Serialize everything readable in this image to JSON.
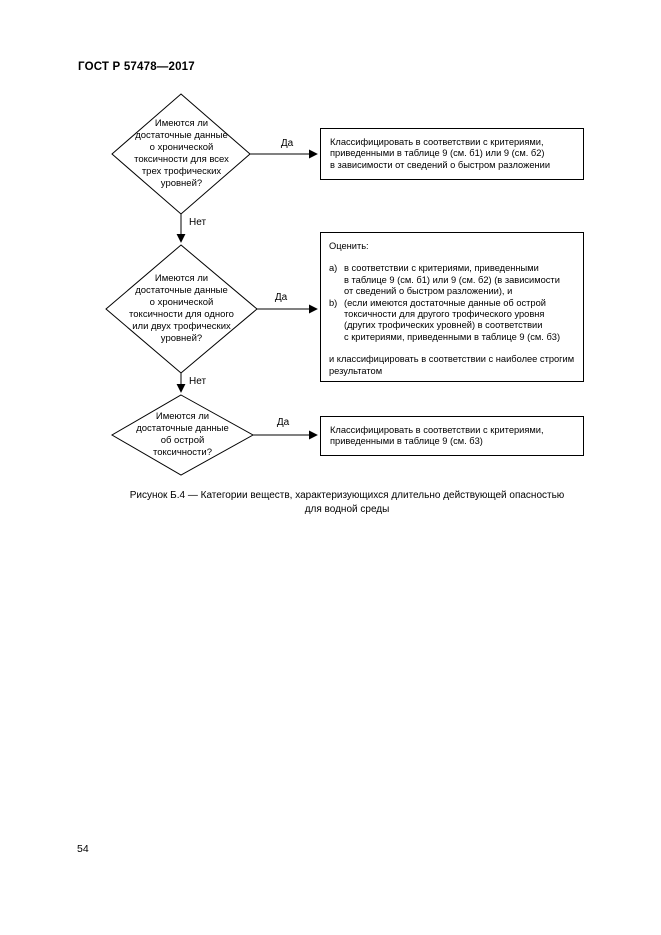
{
  "page": {
    "header": "ГОСТ Р 57478—2017",
    "page_number": "54",
    "caption_line1": "Рисунок Б.4 — Категории веществ, характеризующихся длительно действующей опасностью",
    "caption_line2": "для водной среды"
  },
  "flowchart": {
    "labels": {
      "yes": "Да",
      "no": "Нет"
    },
    "decisions": [
      {
        "text": "Имеются ли\nдостаточные данные\nо хронической\nтоксичности для всех\nтрех трофических\nуровней?"
      },
      {
        "text": "Имеются ли\nдостаточные данные\nо хронической\nтоксичности для одного\nили двух трофических\nуровней?"
      },
      {
        "text": "Имеются ли\nдостаточные данные\nоб острой\nтоксичности?"
      }
    ],
    "boxes": {
      "box1": {
        "text": "Классифицировать в соответствии с критериями,\nприведенными в таблице 9 (см. б1) или 9 (см. б2)\nв зависимости от сведений о быстром разложении"
      },
      "box2": {
        "title": "Оценить:",
        "items": [
          {
            "marker": "a)",
            "text": "в соответствии с критериями, приведенными\nв таблице 9 (см. б1) или 9 (см. б2) (в зависимости\nот сведений о быстром разложении), и"
          },
          {
            "marker": "b)",
            "text": "(если имеются достаточные данные об острой\nтоксичности для другого трофического уровня\n(других трофических уровней) в соответствии\nс критериями, приведенными в таблице 9 (см. б3)"
          }
        ],
        "footer": "и классифицировать в соответствии с наиболее строгим\nрезультатом"
      },
      "box3": {
        "text": "Классифицировать в соответствии с критериями,\nприведенными в таблице 9 (см. б3)"
      }
    },
    "colors": {
      "line": "#000000",
      "background": "#ffffff",
      "text": "#000000"
    }
  }
}
